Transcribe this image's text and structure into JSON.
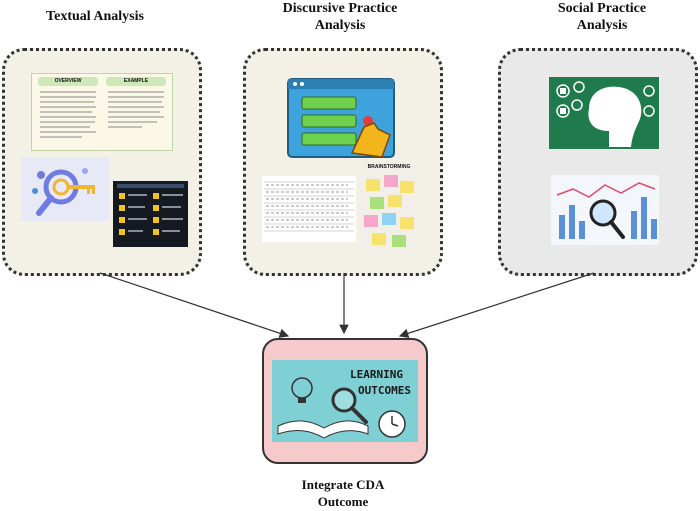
{
  "panels": {
    "textual": {
      "title": "Textual Analysis",
      "fill": "#f3f1e6"
    },
    "discursive": {
      "title": "Discursive Practice\nAnalysis",
      "fill": "#f3f1e6"
    },
    "social": {
      "title": "Social Practice\nAnalysis",
      "fill": "#e9e9e9"
    }
  },
  "outcome": {
    "title": "Integrate CDA\nOutcome",
    "fill": "#f6c9cb",
    "image_text_line1": "LEARNING",
    "image_text_line2": "OUTCOMES"
  },
  "textual_card": {
    "header_left": "OVERVIEW",
    "header_right": "EXAMPLE"
  },
  "discursive_notes": {
    "header": "BRAINSTORMING"
  },
  "colors": {
    "arrow": "#333333",
    "screen_blue": "#3ea3dd",
    "menu_green": "#6fd04d",
    "hand_yellow": "#f3b51b",
    "green_board": "#1f7a4c",
    "outcome_teal": "#7fd0d4"
  }
}
